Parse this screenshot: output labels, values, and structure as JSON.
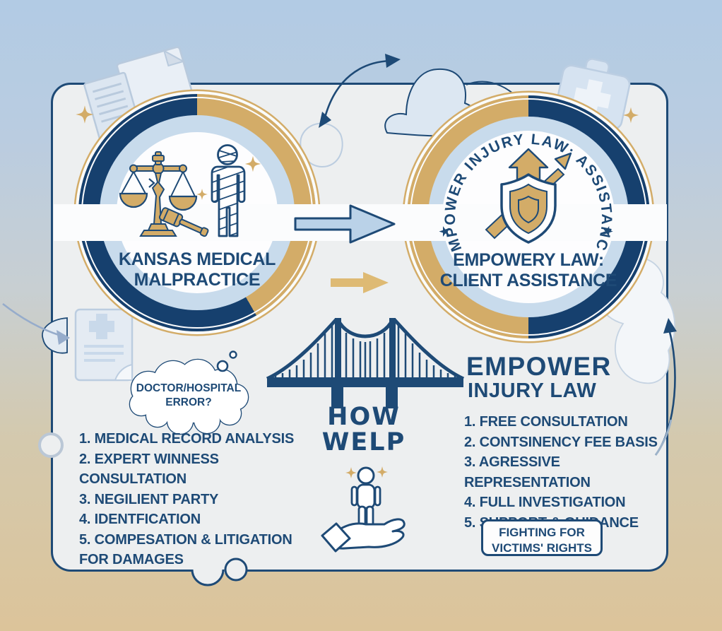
{
  "colors": {
    "navy": "#1e4a76",
    "navy_deep": "#16406e",
    "gold": "#d3ac68",
    "gold_light": "#deba74",
    "sky": "#b2cbe4",
    "sand": "#dcc49a",
    "panel": "#edeff0",
    "light_blue_ring": "#c8dbec",
    "pale_blue": "#dce7f2",
    "pale_stroke": "#b9cadd",
    "arrow_blue": "#bad2e8"
  },
  "left_circle": {
    "title_line1": "KANSAS MEDICAL",
    "title_line2": "MALPRACTICE",
    "icon": "scales-of-justice-gavel-and-bandaged-patient"
  },
  "right_circle": {
    "arc_text": "EMPOWER INJURY LAW: ASSISTANCE",
    "star_left": "★",
    "star_right": "★",
    "title_line1": "EMPOWERY LAW:",
    "title_line2": "CLIENT ASSISTANCE",
    "icon": "shield-with-growth-arrows"
  },
  "thought_bubble": {
    "line1": "DOCTOR/HOSPITAL",
    "line2": "ERROR?"
  },
  "left_list": {
    "items": [
      "1. MEDICAL RECORD ANALYSIS",
      "2. EXPERT WINNESS CONSULTATION",
      "3. NEGILIENT PARTY",
      "4. IDENTFICATION",
      "5. COMPESATION & LITIGATION",
      "FOR DAMAGES"
    ]
  },
  "center": {
    "how_line1": "HOW",
    "how_line2": "WELP",
    "icon_bridge": "suspension-bridge",
    "icon_support": "hand-holding-person"
  },
  "right_section": {
    "heading_line1": "EMPOWER",
    "heading_line2": "INJURY LAW",
    "items": [
      "1. FREE CONSULTATION",
      "2. CONTSINENCY FEE BASIS",
      "3. AGRESSIVE REPRESENTATION",
      "4. FULL INVESTIGATION",
      "5. SUPPORT & GUIDANCE"
    ],
    "badge_line1": "FIGHTING FOR",
    "badge_line2": "VICTIMS' RIGHTS"
  }
}
